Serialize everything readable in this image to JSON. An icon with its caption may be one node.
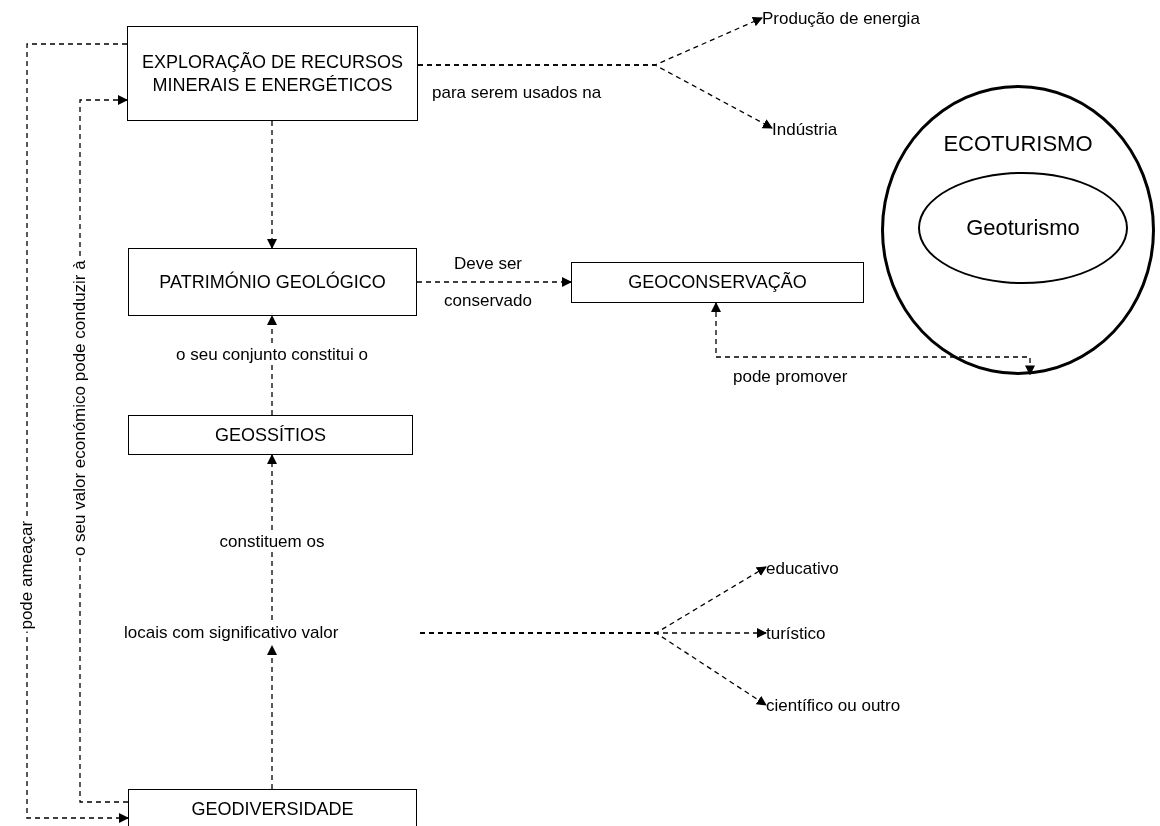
{
  "diagram": {
    "nodes": [
      {
        "text": [
          "EXPLORAÇÃO DE RECURSOS MINERAIS E ENERGÉTICOS"
        ]
      },
      {
        "text": [
          "Produção de energia"
        ]
      },
      {
        "text": [
          "Indústria"
        ]
      },
      {
        "text": [
          "ECOTURISMO"
        ]
      },
      {
        "text": [
          "Geoturismo"
        ],
        "in": 3
      },
      {
        "text": [
          "PATRIMÓNIO GEOLÓGICO"
        ]
      },
      {
        "text": [
          "GEOCONSERVAÇÃO"
        ]
      },
      {
        "text": [
          "GEOSSÍTIOS"
        ]
      },
      {
        "text": [
          "locais com significativo valor"
        ]
      },
      {
        "text": [
          "educativo"
        ]
      },
      {
        "text": [
          "turístico"
        ]
      },
      {
        "text": [
          "científico ou outro"
        ]
      },
      {
        "text": [
          "GEODIVERSIDADE"
        ]
      }
    ],
    "edges": [
      {
        "from": 0,
        "to": 1,
        "arrow": "to",
        "label": "para serem usados na",
        "style": "dashed"
      },
      {
        "from": 0,
        "to": 2,
        "arrow": "to",
        "style": "dashed"
      },
      {
        "from": 5,
        "to": 6,
        "arrow": "to",
        "label": "Deve ser conservado",
        "style": "dashed"
      },
      {
        "from": 0,
        "to": 5,
        "arrow": "to",
        "style": "dashed"
      },
      {
        "from": 7,
        "to": 5,
        "arrow": "to",
        "label": "o seu conjunto constitui o",
        "style": "dashed"
      },
      {
        "from": 8,
        "to": 7,
        "arrow": "to",
        "label": "constituem os",
        "style": "dashed"
      },
      {
        "from": 12,
        "to": 8,
        "arrow": "to",
        "style": "dashed"
      },
      {
        "from": 8,
        "to": 9,
        "arrow": "to",
        "style": "dashed"
      },
      {
        "from": 8,
        "to": 10,
        "arrow": "to",
        "style": "dashed"
      },
      {
        "from": 8,
        "to": 11,
        "arrow": "to",
        "style": "dashed"
      },
      {
        "from": 6,
        "to": 3,
        "arrow": "both",
        "label": "pode promover",
        "style": "dashed"
      },
      {
        "from": 12,
        "to": 0,
        "arrow": "to",
        "label": "o seu valor económico pode conduzir à",
        "style": "dashed"
      },
      {
        "from": 0,
        "to": 12,
        "arrow": "to",
        "label": "pode ameaçar",
        "style": "dashed"
      }
    ]
  }
}
